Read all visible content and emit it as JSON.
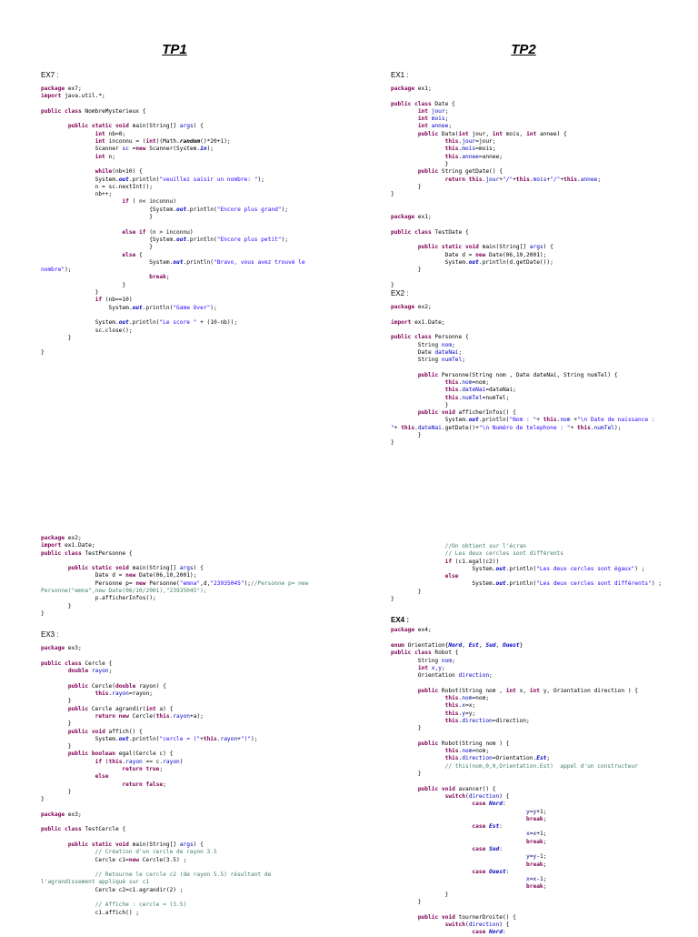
{
  "page1": {
    "tp1_title": "TP1",
    "tp2_title": "TP2",
    "ex7_label": "EX7 :",
    "ex1_label": "EX1 :",
    "ex2_label": "EX2 :"
  },
  "page2": {
    "ex3_label": "EX3 :",
    "ex4_label": "EX4 :"
  }
}
